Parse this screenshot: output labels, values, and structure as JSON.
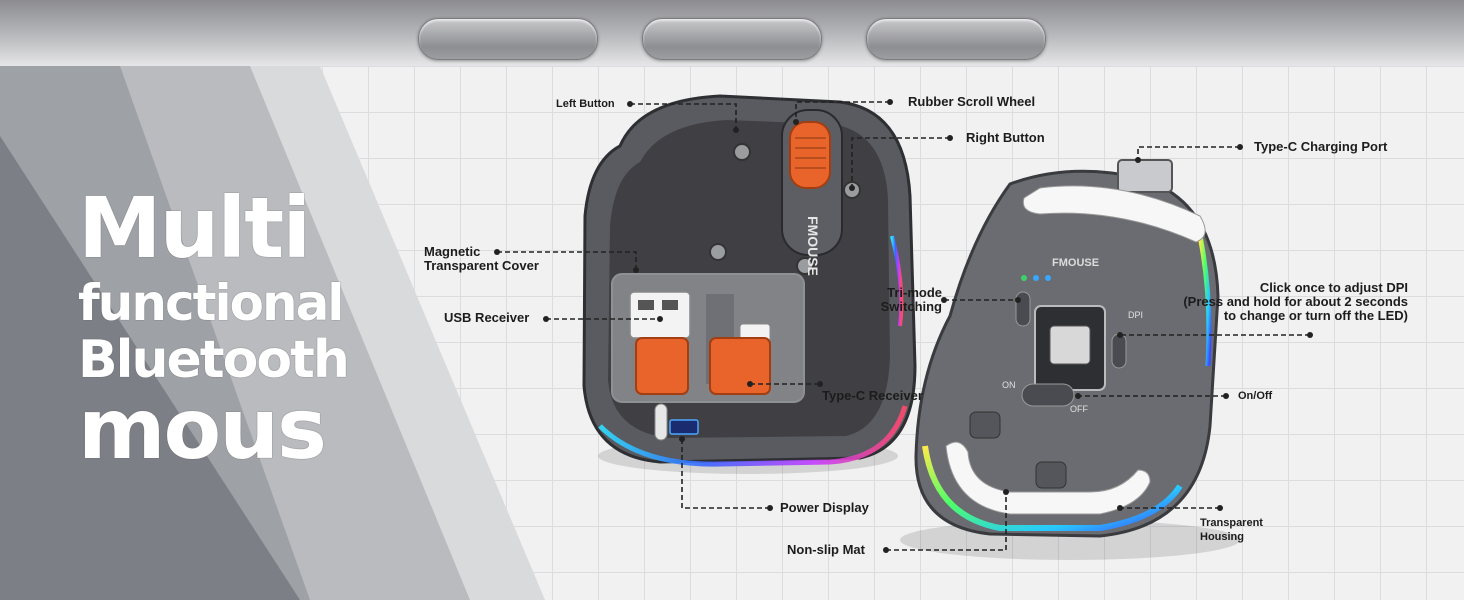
{
  "hero": {
    "line1": "Multi",
    "line2": "functional",
    "line3": "Bluetooth",
    "line4": "mous"
  },
  "device": {
    "brand": "FMOUSE",
    "front_brand": "FMOUSE",
    "switch_on": "ON",
    "switch_off": "OFF",
    "dpi": "DPI"
  },
  "callouts": {
    "left_button": "Left Button",
    "rubber_scroll_wheel": "Rubber Scroll Wheel",
    "right_button": "Right Button",
    "type_c_charging_port": "Type-C Charging Port",
    "magnetic_cover_1": "Magnetic",
    "magnetic_cover_2": "Transparent Cover",
    "usb_receiver": "USB Receiver",
    "tri_mode_1": "Tri-mode",
    "tri_mode_2": "Switching",
    "dpi_1": "Click once to adjust DPI",
    "dpi_2": "(Press and hold for about 2 seconds",
    "dpi_3": "to change or turn off the LED)",
    "type_c_receiver": "Type-C Receiver",
    "on_off": "On/Off",
    "power_display": "Power Display",
    "transparent_housing_1": "Transparent",
    "transparent_housing_2": "Housing",
    "non_slip_mat": "Non-slip Mat"
  },
  "colors": {
    "accent_orange": "#e8642a",
    "shell_dark": "#3c3c40",
    "panel_gray": "#7c7f86"
  }
}
